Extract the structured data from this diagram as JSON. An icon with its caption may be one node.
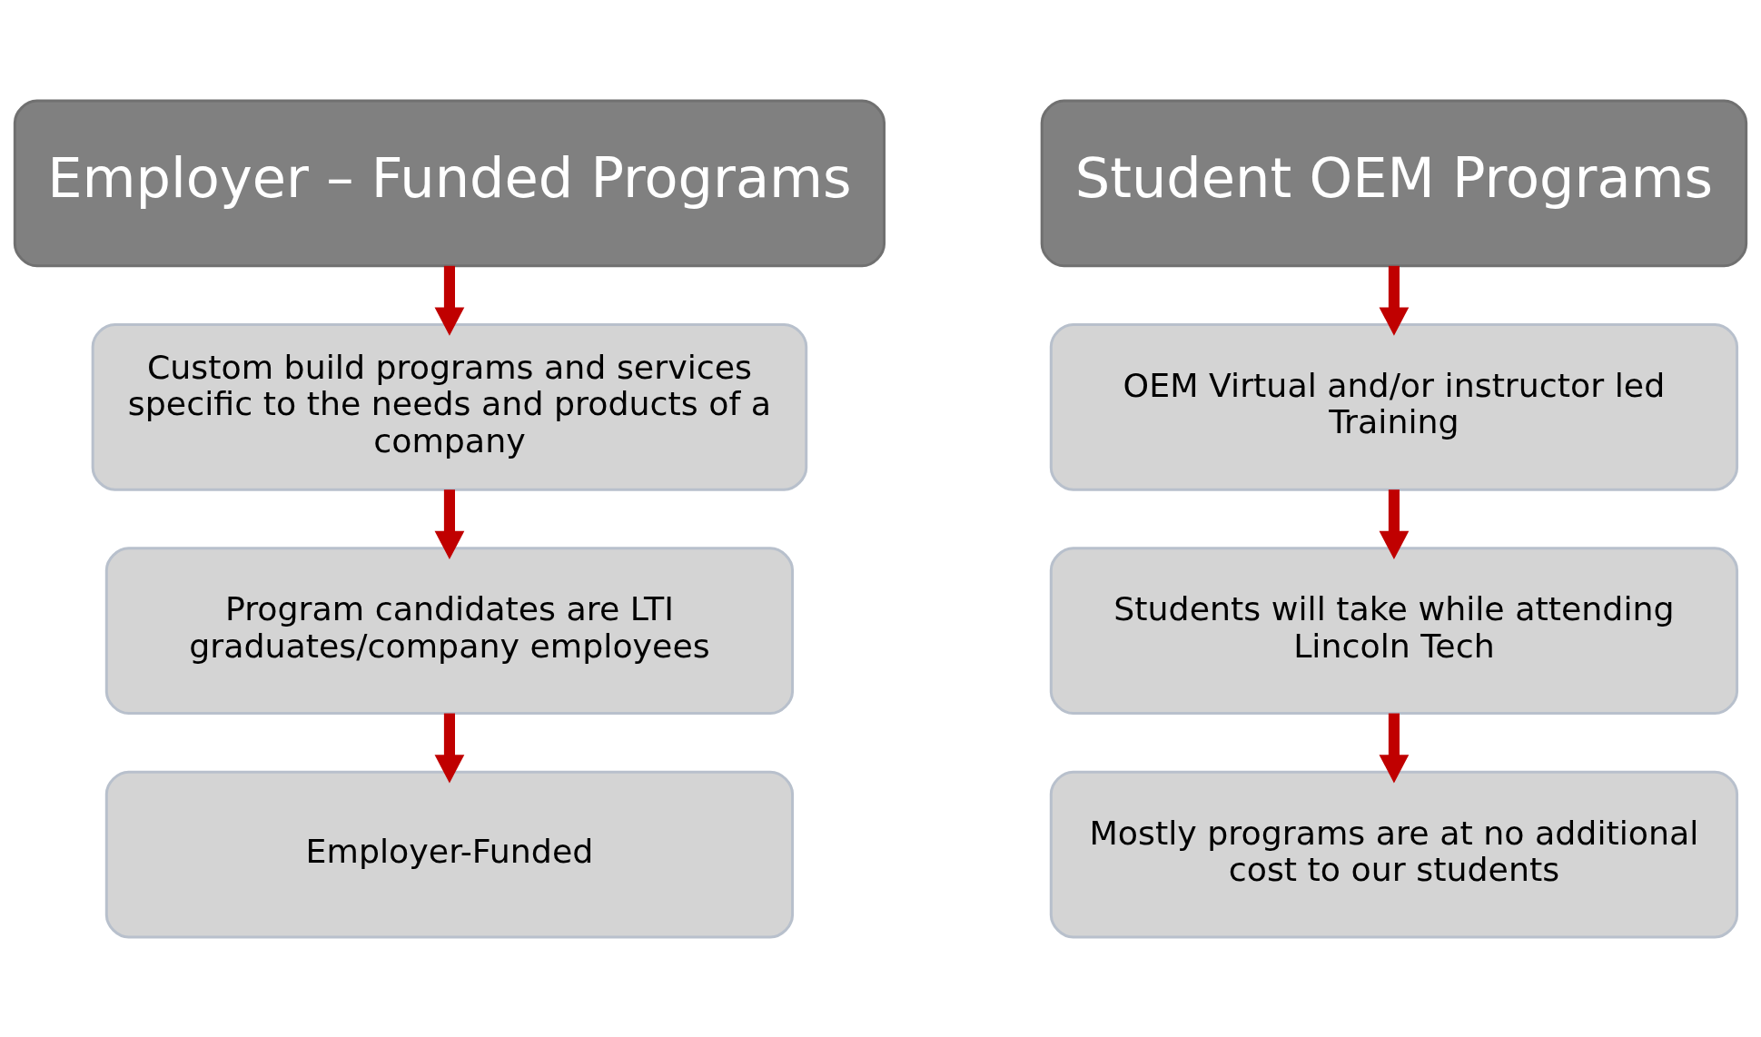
{
  "diagram": {
    "nodes": [
      {
        "text": [
          "Employer – Funded Programs"
        ]
      },
      {
        "text": [
          "Custom build programs and services specific to the needs and products of a company"
        ]
      },
      {
        "text": [
          "Program candidates are LTI graduates/company employees"
        ]
      },
      {
        "text": [
          "Employer-Funded"
        ]
      },
      {
        "text": [
          "Student OEM Programs"
        ]
      },
      {
        "text": [
          "OEM Virtual and/or instructor led Training"
        ]
      },
      {
        "text": [
          "Students will take while attending Lincoln Tech"
        ]
      },
      {
        "text": [
          "Mostly programs are at no additional cost to our students"
        ]
      }
    ],
    "edges": [
      {
        "from": 0,
        "to": 1,
        "arrow": "to"
      },
      {
        "from": 1,
        "to": 2,
        "arrow": "to"
      },
      {
        "from": 2,
        "to": 3,
        "arrow": "to"
      },
      {
        "from": 4,
        "to": 5,
        "arrow": "to"
      },
      {
        "from": 5,
        "to": 6,
        "arrow": "to"
      },
      {
        "from": 6,
        "to": 7,
        "arrow": "to"
      }
    ]
  }
}
